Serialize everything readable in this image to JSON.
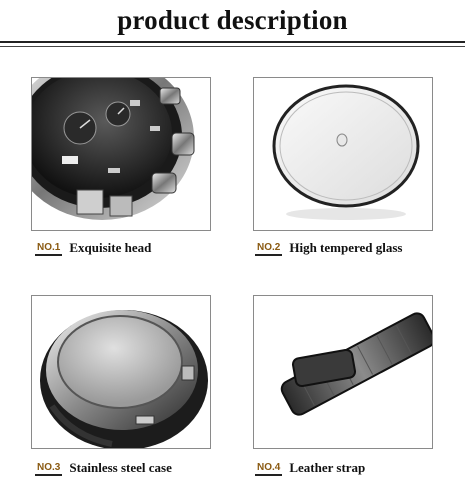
{
  "title": "product description",
  "features": [
    {
      "number": "NO.1",
      "label": "Exquisite head"
    },
    {
      "number": "NO.2",
      "label": "High tempered glass"
    },
    {
      "number": "NO.3",
      "label": "Stainless steel case"
    },
    {
      "number": "NO.4",
      "label": "Leather strap"
    }
  ]
}
